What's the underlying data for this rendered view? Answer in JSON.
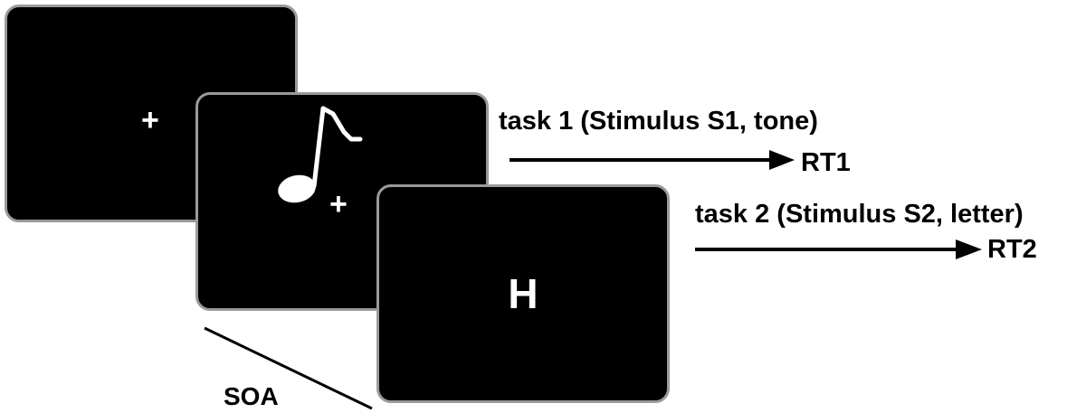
{
  "screens": {
    "fixation": {
      "symbol": "+"
    },
    "tone": {
      "icon": "music-note-icon",
      "symbol": "+"
    },
    "letter": {
      "text": "H"
    }
  },
  "task1": {
    "label": "task 1 (Stimulus S1, tone)",
    "response": "RT1"
  },
  "task2": {
    "label": "task 2 (Stimulus S2, letter)",
    "response": "RT2"
  },
  "soa": {
    "label": "SOA"
  },
  "colors": {
    "screen": "#000000",
    "border": "#9a9a9a",
    "text": "#000000",
    "stimulus": "#ffffff"
  }
}
